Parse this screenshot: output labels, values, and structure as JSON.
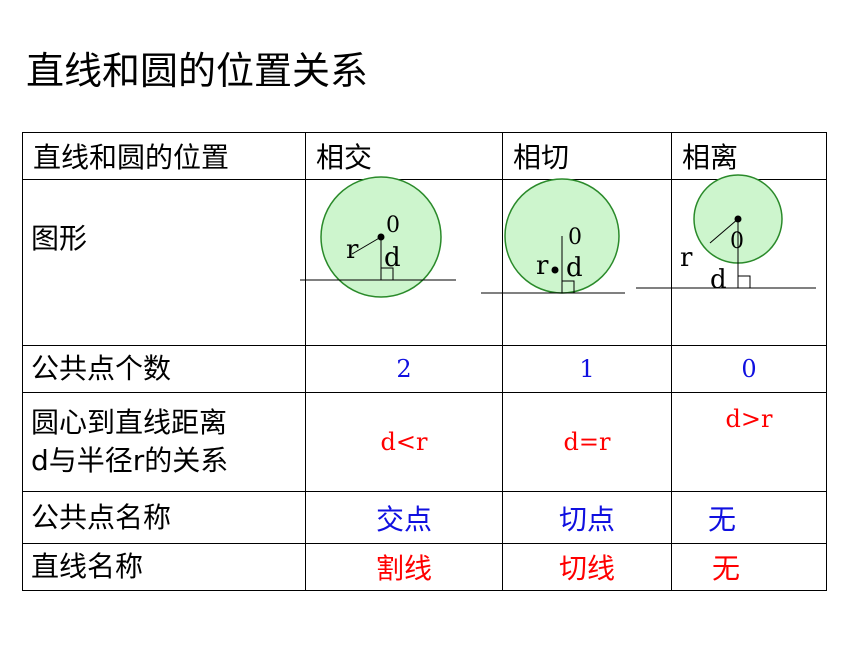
{
  "title": "直线和圆的位置关系",
  "table": {
    "header": [
      "直线和圆的位置",
      "相交",
      "相切",
      "相离"
    ],
    "rows": {
      "figure_label": "图形",
      "count": {
        "label": "公共点个数",
        "values": [
          "2",
          "1",
          "0"
        ]
      },
      "relation": {
        "label_line1": "圆心到直线距离",
        "label_line2": "d与半径r的关系",
        "values": [
          "d<r",
          "d=r",
          "d>r"
        ]
      },
      "point_name": {
        "label": "公共点名称",
        "values": [
          "交点",
          "切点",
          "无"
        ]
      },
      "line_name": {
        "label": "直线名称",
        "values": [
          "割线",
          "切线",
          "无"
        ]
      }
    }
  },
  "figures": {
    "center_label": "0",
    "radius_label": "r",
    "distance_label": "d",
    "circle_fill": "#cdf5cd",
    "circle_stroke": "#2a8a2a"
  },
  "colors": {
    "value_blue": "#1010e0",
    "value_red": "#ff0000"
  }
}
